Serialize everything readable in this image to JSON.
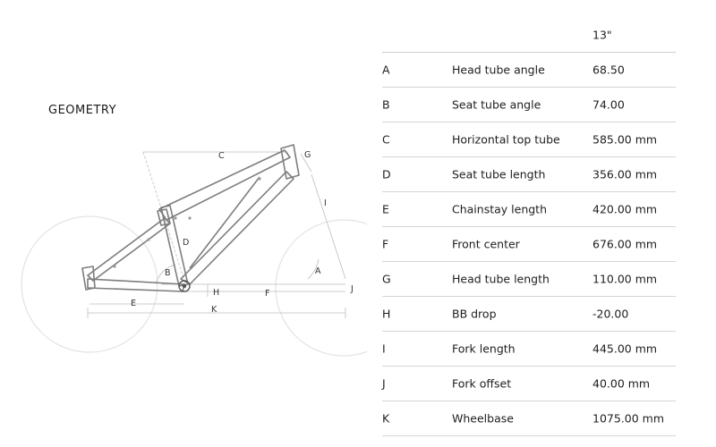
{
  "section_title": "GEOMETRY",
  "diagram_labels": {
    "A": "A",
    "B": "B",
    "C": "C",
    "D": "D",
    "E": "E",
    "F": "F",
    "G": "G",
    "H": "H",
    "I": "I",
    "J": "J",
    "K": "K"
  },
  "table": {
    "size_header": "13\"",
    "rows": [
      {
        "code": "A",
        "param": "Head tube angle",
        "value": "68.50"
      },
      {
        "code": "B",
        "param": "Seat tube angle",
        "value": "74.00"
      },
      {
        "code": "C",
        "param": "Horizontal top tube",
        "value": "585.00 mm"
      },
      {
        "code": "D",
        "param": "Seat tube length",
        "value": "356.00 mm"
      },
      {
        "code": "E",
        "param": "Chainstay length",
        "value": "420.00 mm"
      },
      {
        "code": "F",
        "param": "Front center",
        "value": "676.00 mm"
      },
      {
        "code": "G",
        "param": "Head tube length",
        "value": "110.00 mm"
      },
      {
        "code": "H",
        "param": "BB drop",
        "value": "-20.00"
      },
      {
        "code": "I",
        "param": "Fork length",
        "value": "445.00 mm"
      },
      {
        "code": "J",
        "param": "Fork offset",
        "value": "40.00 mm"
      },
      {
        "code": "K",
        "param": "Wheelbase",
        "value": "1075.00 mm"
      }
    ]
  }
}
